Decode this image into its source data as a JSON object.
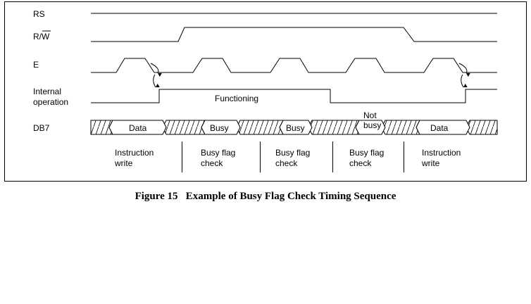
{
  "signals": {
    "rs": "RS",
    "rw_r": "R/",
    "rw_w": "W",
    "e": "E",
    "internal_line1": "Internal",
    "internal_line2": "operation",
    "db7": "DB7"
  },
  "internal_state": "Functioning",
  "db7_values": {
    "data_first": "Data",
    "busy_first": "Busy",
    "busy_second": "Busy",
    "not_busy_line1": "Not",
    "not_busy_line2": "busy",
    "data_last": "Data"
  },
  "phases": {
    "instruction_write_1": [
      "Instruction",
      "write"
    ],
    "busy_flag_check_1": [
      "Busy flag",
      "check"
    ],
    "busy_flag_check_2": [
      "Busy flag",
      "check"
    ],
    "busy_flag_check_3": [
      "Busy flag",
      "check"
    ],
    "instruction_write_2": [
      "Instruction",
      "write"
    ]
  },
  "caption": "Figure 15   Example of Busy Flag Check Timing Sequence"
}
